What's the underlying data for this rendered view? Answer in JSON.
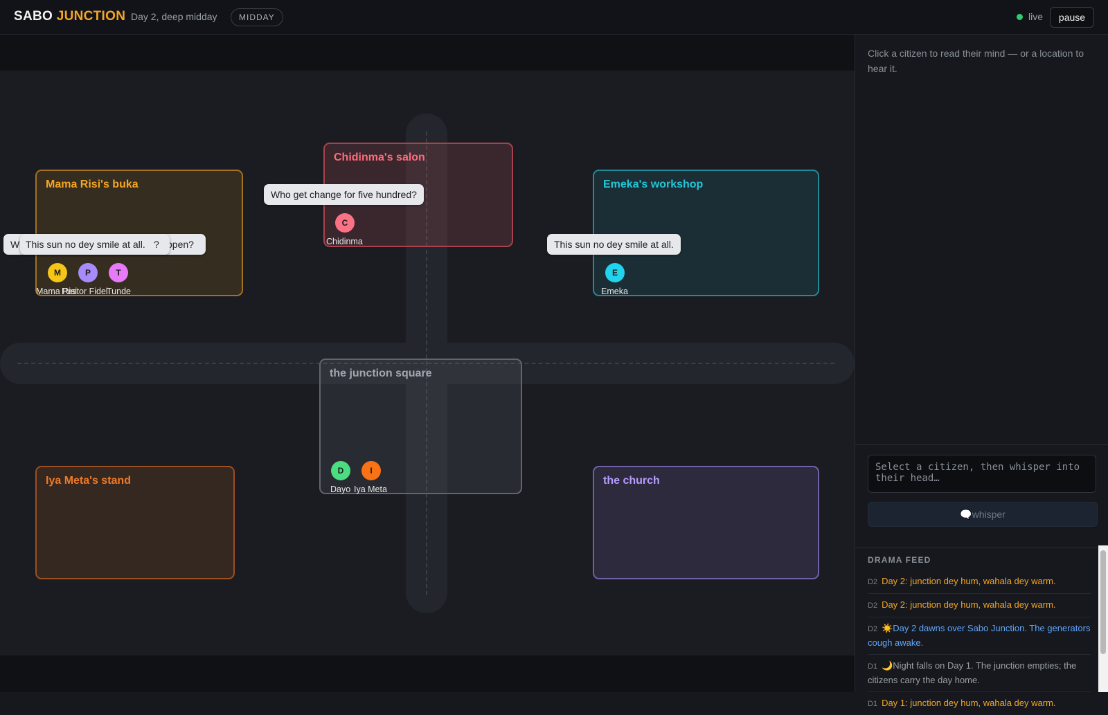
{
  "header": {
    "brand_word1": "SABO",
    "brand_word2": "JUNCTION",
    "subtitle": "Day 2, deep midday",
    "phase": "MIDDAY",
    "live_label": "live",
    "pause_label": "pause"
  },
  "locations": {
    "buka": {
      "name": "Mama Risi's buka",
      "color": "#f5a623"
    },
    "salon": {
      "name": "Chidinma's salon",
      "color": "#ff6b7a"
    },
    "workshop": {
      "name": "Emeka's workshop",
      "color": "#22c7d8"
    },
    "square": {
      "name": "the junction square",
      "color": "#9aa0a8"
    },
    "stand": {
      "name": "Iya Meta's stand",
      "color": "#f07a28"
    },
    "church": {
      "name": "the church",
      "color": "#a78bfa"
    }
  },
  "citizens": {
    "mama": {
      "initial": "M",
      "name": "Mama Risi",
      "color": "#f5c518"
    },
    "pastor": {
      "initial": "P",
      "name": "Pastor Fidel",
      "color": "#a78bfa"
    },
    "tunde": {
      "initial": "T",
      "name": "Tunde",
      "color": "#e879f9"
    },
    "chidinma": {
      "initial": "C",
      "name": "Chidinma",
      "color": "#fb7185"
    },
    "emeka": {
      "initial": "E",
      "name": "Emeka",
      "color": "#22d3ee"
    },
    "dayo": {
      "initial": "D",
      "name": "Dayo",
      "color": "#4ade80"
    },
    "iyameta": {
      "initial": "I",
      "name": "Iya Meta",
      "color": "#f97316"
    }
  },
  "bubbles": {
    "buka_back_left": "W",
    "buka_back_right": "ppen?",
    "buka_back_mid": "?",
    "buka_front": "This sun no dey smile at all.",
    "salon": "Who get change for five hundred?",
    "workshop": "This sun no dey smile at all."
  },
  "side": {
    "hint": "Click a citizen to read their mind — or a location to hear it.",
    "whisper_placeholder": "Select a citizen, then whisper into their head…",
    "whisper_button": "🗨️whisper"
  },
  "feed": {
    "heading": "DRAMA FEED",
    "items": [
      {
        "day": "D2",
        "text": "Day 2: junction dey hum, wahala dey warm.",
        "color": "#f5a623"
      },
      {
        "day": "D2",
        "text": "Day 2: junction dey hum, wahala dey warm.",
        "color": "#f5a623"
      },
      {
        "day": "D2",
        "text": "☀️Day 2 dawns over Sabo Junction. The generators cough awake.",
        "color": "#60a5fa"
      },
      {
        "day": "D1",
        "text": "🌙Night falls on Day 1. The junction empties; the citizens carry the day home.",
        "color": "#9aa0a8"
      },
      {
        "day": "D1",
        "text": "Day 1: junction dey hum, wahala dey warm.",
        "color": "#f5a623"
      }
    ]
  }
}
